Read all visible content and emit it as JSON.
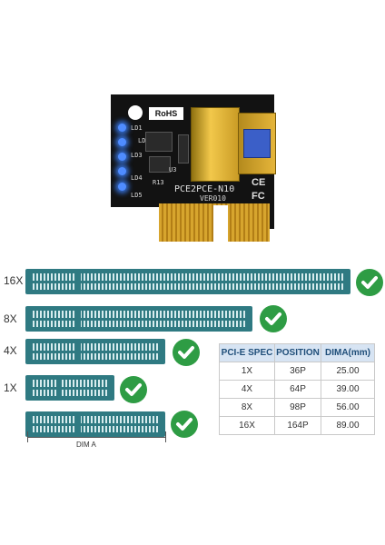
{
  "board": {
    "rohs": "RoHS",
    "silk_leds": [
      "LD1",
      "LD2",
      "LD3",
      "LD4",
      "LD5"
    ],
    "silk_u3": "U3",
    "silk_r": "R13",
    "model": "PCE2PCE-N10",
    "version": "VER010",
    "ce": "CE",
    "fc": "FC",
    "led_color": "#4f8cff"
  },
  "slots": [
    {
      "label": "16X"
    },
    {
      "label": "8X"
    },
    {
      "label": "4X"
    },
    {
      "label": "1X"
    }
  ],
  "dim_label": "DIM A",
  "table": {
    "headers": [
      "PCI-E SPEC",
      "POSITION",
      "DIMA(mm)"
    ],
    "rows": [
      [
        "1X",
        "36P",
        "25.00"
      ],
      [
        "4X",
        "64P",
        "39.00"
      ],
      [
        "8X",
        "98P",
        "56.00"
      ],
      [
        "16X",
        "164P",
        "89.00"
      ]
    ]
  },
  "colors": {
    "slot": "#2f7a82",
    "check": "#2e9c44",
    "header_bg": "#d7e4f3"
  }
}
